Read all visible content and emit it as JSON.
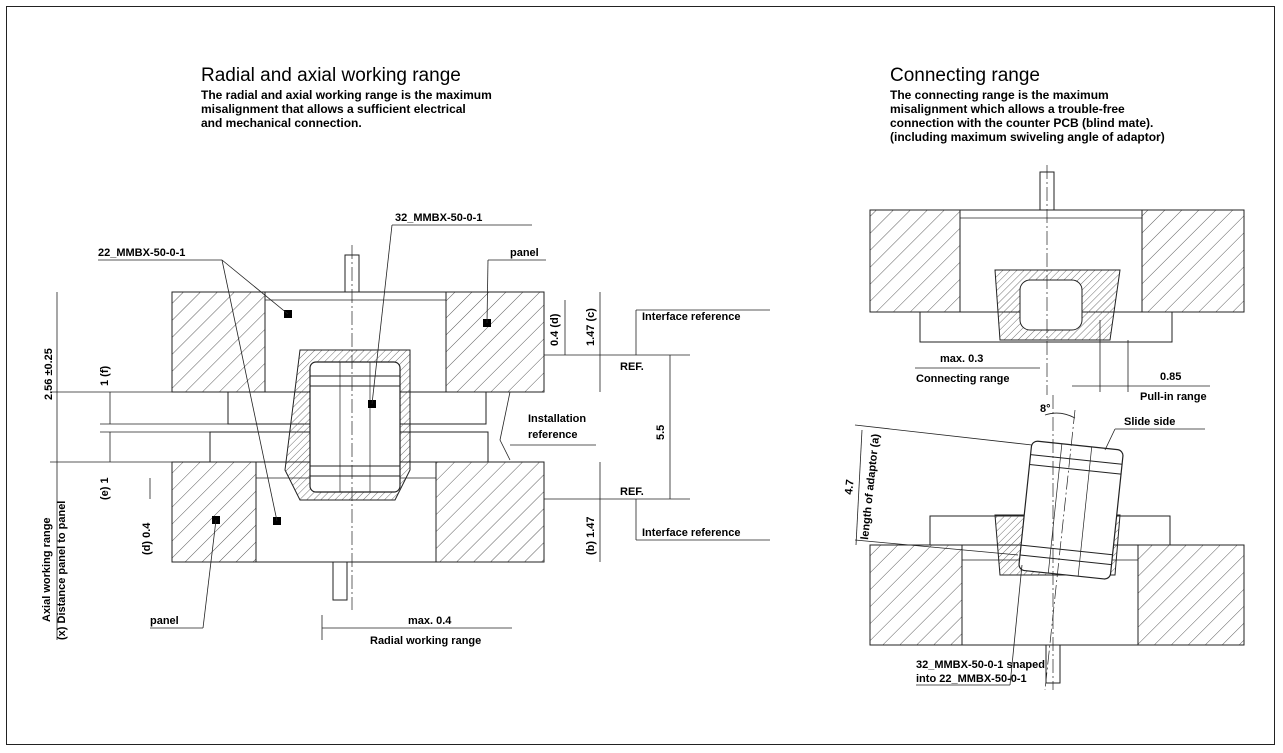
{
  "left_section": {
    "title": "Radial and axial working range",
    "description": [
      "The radial and axial working range is the maximum",
      "misalignment that allows a sufficient electrical",
      "and mechanical connection."
    ],
    "labels": {
      "part_32": "32_MMBX-50-0-1",
      "part_22": "22_MMBX-50-0-1",
      "panel_top": "panel",
      "panel_bottom": "panel",
      "interface_ref_top": "Interface reference",
      "interface_ref_bottom": "Interface reference",
      "installation_ref_1": "Installation",
      "installation_ref_2": "reference",
      "ref_top": "REF.",
      "ref_bottom": "REF.",
      "max_radial": "max. 0.4",
      "radial_range": "Radial working range"
    },
    "dimensions": {
      "d_top": "0.4 (d)",
      "c_top": "1.47 (c)",
      "total": "2.56 ±0.25",
      "f": "1 (f)",
      "e": "(e) 1",
      "d_bottom": "(d) 0.4",
      "b_bottom": "(b) 1.47",
      "span": "5.5",
      "axial_1": "Axial working range",
      "axial_2": "(x) Distance panel to panel"
    }
  },
  "right_section": {
    "title": "Connecting range",
    "description": [
      "The connecting range is the maximum",
      "misalignment which allows a trouble-free",
      "connection with the counter PCB (blind mate).",
      "(including maximum swiveling angle of adaptor)"
    ],
    "labels": {
      "max_connect": "max. 0.3",
      "connect_range": "Connecting range",
      "pullin_value": "0.85",
      "pullin_range": "Pull-in range",
      "angle": "8°",
      "slide_side": "Slide side",
      "adaptor_len": "4.7",
      "adaptor_label": "length of adaptor (a)",
      "snap_1": "32_MMBX-50-0-1 snaped",
      "snap_2": "into 22_MMBX-50-0-1"
    }
  }
}
